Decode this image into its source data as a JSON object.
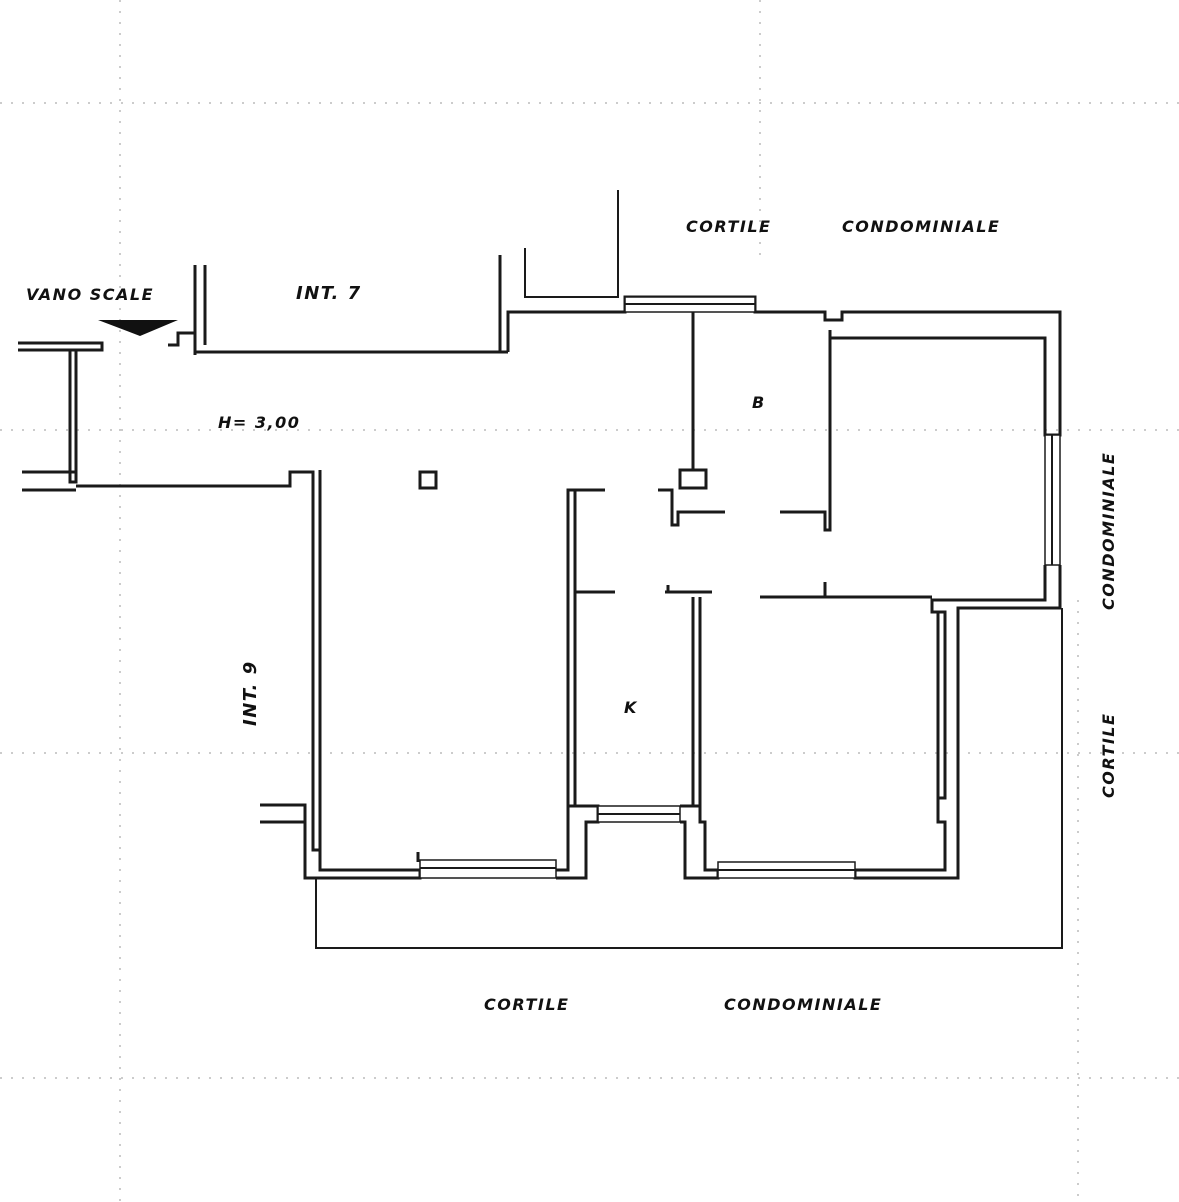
{
  "labels": {
    "cortile_top": "CORTILE",
    "condominiale_top": "CONDOMINIALE",
    "vano_scale": "VANO SCALE",
    "int_7": "INT.  7",
    "height": "H= 3,00",
    "room_b": "B",
    "room_k": "K",
    "int_9": "INT.   9",
    "condominiale_right": "CONDOMINIALE",
    "cortile_right": "CORTILE",
    "cortile_bottom": "CORTILE",
    "condominiale_bottom": "CONDOMINIALE"
  },
  "colors": {
    "wall": "#1a1a1a",
    "background": "#ffffff"
  }
}
